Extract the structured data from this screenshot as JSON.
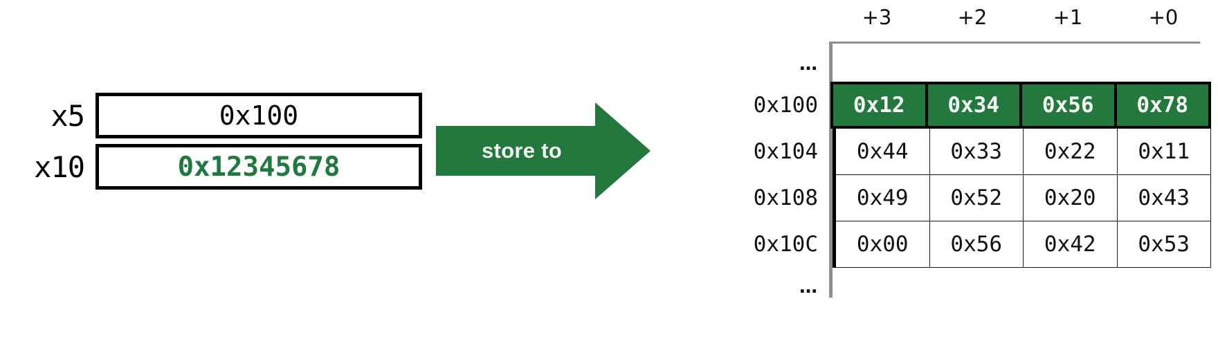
{
  "colors": {
    "accent_green": "#1f7a3d",
    "arrow_green": "#23783d",
    "cell_highlight": "#23783d",
    "spine_gray": "#8f8f8f",
    "border_black": "#000000",
    "text_black": "#111111",
    "highlight_text": "#f4f4f4"
  },
  "registers": [
    {
      "name": "x5",
      "value": "0x100",
      "highlight": false
    },
    {
      "name": "x10",
      "value": "0x12345678",
      "highlight": true
    }
  ],
  "arrow": {
    "label": "store to"
  },
  "memory": {
    "column_headers": [
      "+3",
      "+2",
      "+1",
      "+0"
    ],
    "ellipsis": "…",
    "rows": [
      {
        "address": "…",
        "kind": "ellipsis",
        "cells": [
          "",
          "",
          "",
          ""
        ]
      },
      {
        "address": "0x100",
        "kind": "highlight",
        "cells": [
          "0x12",
          "0x34",
          "0x56",
          "0x78"
        ]
      },
      {
        "address": "0x104",
        "kind": "normal",
        "cells": [
          "0x44",
          "0x33",
          "0x22",
          "0x11"
        ]
      },
      {
        "address": "0x108",
        "kind": "normal",
        "cells": [
          "0x49",
          "0x52",
          "0x20",
          "0x43"
        ]
      },
      {
        "address": "0x10C",
        "kind": "normal",
        "cells": [
          "0x00",
          "0x56",
          "0x42",
          "0x53"
        ]
      },
      {
        "address": "…",
        "kind": "ellipsis",
        "cells": [
          "",
          "",
          "",
          ""
        ]
      }
    ]
  }
}
